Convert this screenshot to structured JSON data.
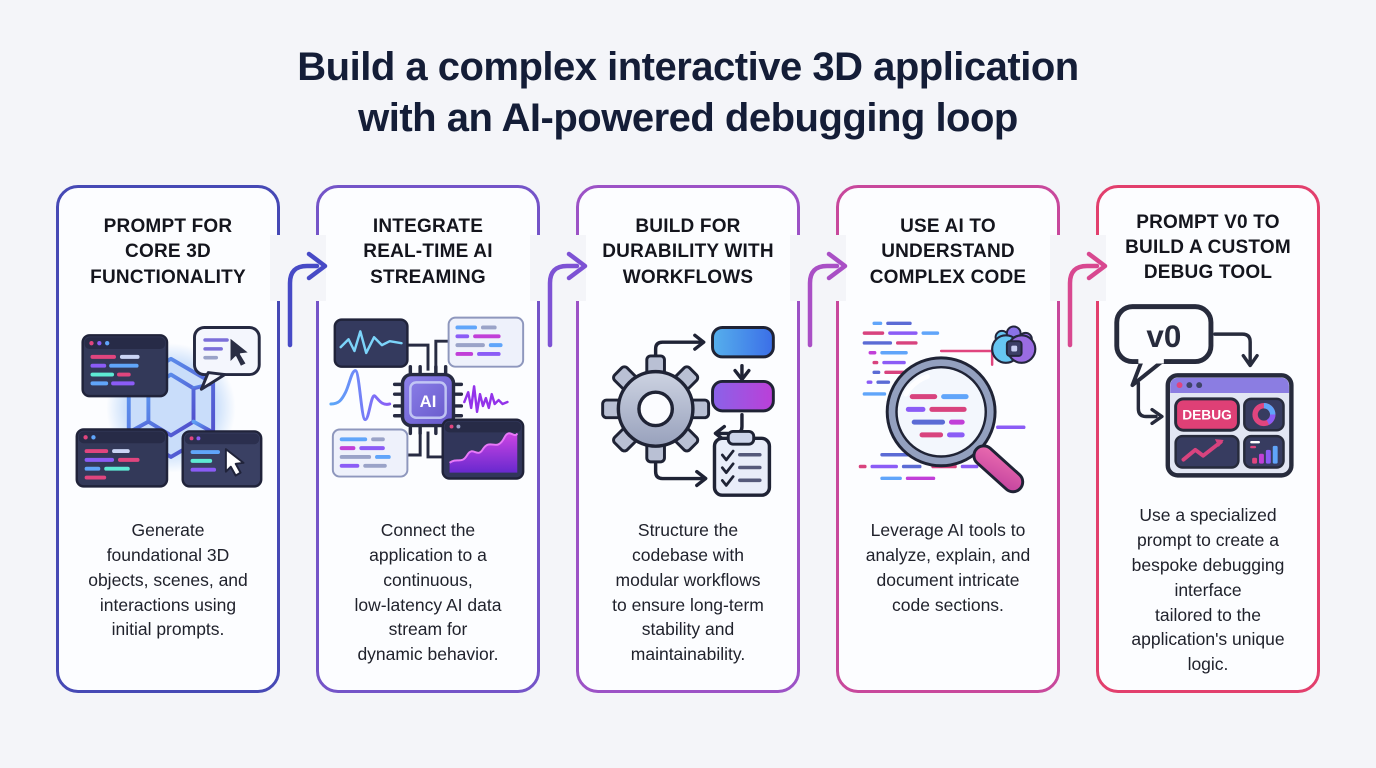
{
  "page": {
    "background": "#f4f5f9"
  },
  "title": {
    "line1": "Build a complex interactive 3D application",
    "line2": "with an AI-powered debugging loop",
    "color": "#141d37"
  },
  "steps": [
    {
      "heading": "PROMPT FOR\nCORE 3D\nFUNCTIONALITY",
      "description": "Generate\nfoundational 3D\nobjects, scenes, and\ninteractions using\ninitial prompts.",
      "border_color": "#4649b5",
      "icon": "cube-3d-icon"
    },
    {
      "heading": "INTEGRATE\nREAL-TIME AI\nSTREAMING",
      "description": "Connect the\napplication to a\ncontinuous,\nlow-latency AI data\nstream for\ndynamic behavior.",
      "border_color": "#7454c8",
      "icon": "ai-chip-streaming-icon"
    },
    {
      "heading": "BUILD FOR\nDURABILITY WITH\nWORKFLOWS",
      "description": "Structure the\ncodebase with\nmodular workflows\nto ensure long-term\nstability and\nmaintainability.",
      "border_color": "#9c52c6",
      "icon": "gear-workflow-icon"
    },
    {
      "heading": "USE AI TO\nUNDERSTAND\nCOMPLEX CODE",
      "description": "Leverage AI tools to\nanalyze, explain, and\ndocument intricate\ncode sections.",
      "border_color": "#c8489c",
      "icon": "magnifier-code-icon"
    },
    {
      "heading": "PROMPT V0 TO\nBUILD A CUSTOM\nDEBUG TOOL",
      "description": "Use a specialized\nprompt to create a\nbespoke debugging\ninterface\ntailored to the\napplication's unique\nlogic.",
      "border_color": "#e23f6d",
      "icon": "v0-debug-dashboard-icon"
    }
  ],
  "arrows": [
    {
      "color": "#474ac6"
    },
    {
      "color": "#7d52d4"
    },
    {
      "color": "#a94fc5"
    },
    {
      "color": "#d84890"
    }
  ],
  "icon_labels": {
    "chip_text": "AI",
    "bubble_text": "v0",
    "debug_button": "DEBUG"
  }
}
